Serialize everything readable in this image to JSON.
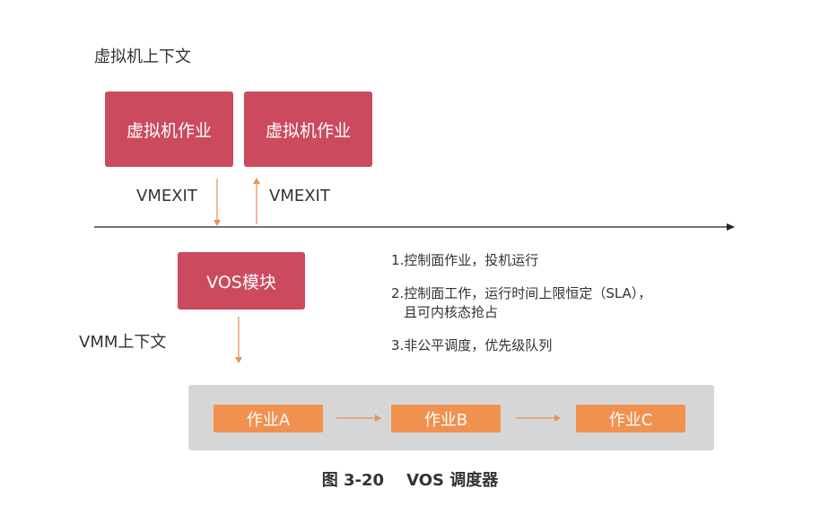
{
  "vm_context_label": "虚拟机上下文",
  "vm_jobs": [
    "虚拟机作业",
    "虚拟机作业"
  ],
  "vmexit_down_label": "VMEXIT",
  "vmexit_up_label": "VMEXIT",
  "vos_module_label": "VOS模块",
  "vmm_context_label": "VMM上下文",
  "notes": {
    "line1": "1.控制面作业，投机运行",
    "line2a": "2.控制面工作，运行时间上限恒定（SLA），",
    "line2b": "且可内核态抢占",
    "line3": "3.非公平调度，优先级队列"
  },
  "queue_jobs": [
    "作业A",
    "作业B",
    "作业C"
  ],
  "caption": "图 3-20    VOS 调度器",
  "colors": {
    "vm_box": "#cc4a5e",
    "job_box": "#f19150",
    "queue_panel": "#d6d6d6",
    "arrow": "#e8935a",
    "timeline": "#222222"
  }
}
